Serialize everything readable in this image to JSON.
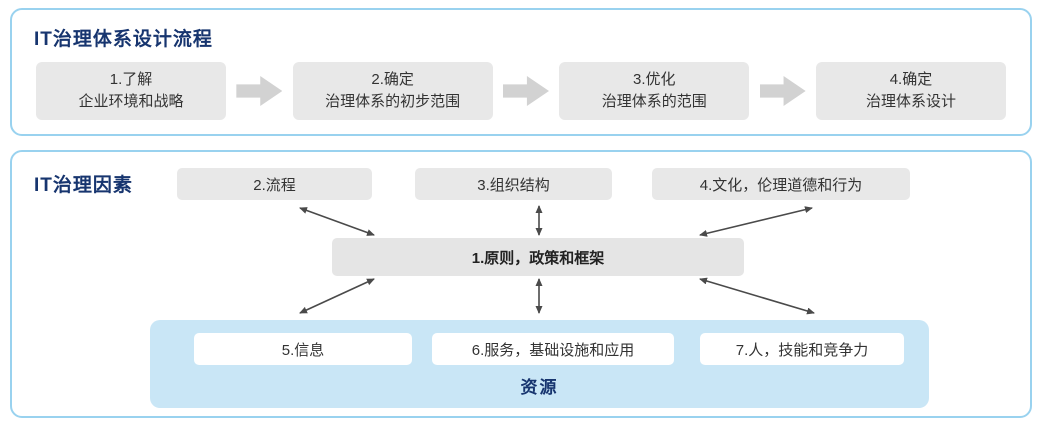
{
  "process_flow": {
    "title": "IT治理体系设计流程",
    "steps": [
      {
        "line1": "1.了解",
        "line2": "企业环境和战略"
      },
      {
        "line1": "2.确定",
        "line2": "治理体系的初步范围"
      },
      {
        "line1": "3.优化",
        "line2": "治理体系的范围"
      },
      {
        "line1": "4.确定",
        "line2": "治理体系设计"
      }
    ]
  },
  "factors": {
    "title": "IT治理因素",
    "center_box": "1.原则，政策和框架",
    "top_row": [
      "2.流程",
      "3.组织结构",
      "4.文化，伦理道德和行为"
    ],
    "resources": {
      "label": "资源",
      "items": [
        "5.信息",
        "6.服务，基础设施和应用",
        "7.人，技能和竞争力"
      ]
    }
  },
  "colors": {
    "panel_border": "#99d2ef",
    "title_text": "#17356f",
    "gray_box_bg": "#e8e8e8",
    "flow_arrow": "#d2d2d2",
    "resources_bg": "#c9e6f6",
    "connector": "#4a4a4a"
  }
}
